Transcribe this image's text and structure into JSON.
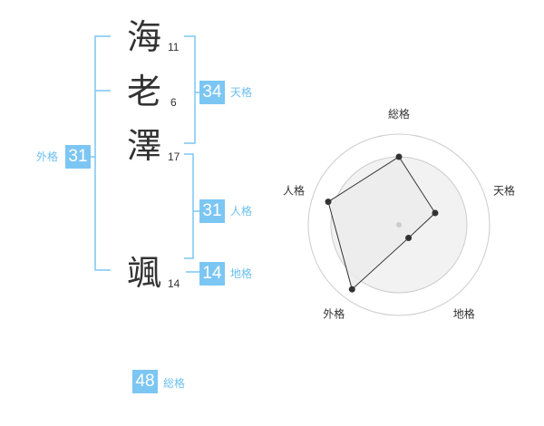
{
  "name": {
    "characters": [
      {
        "char": "海",
        "strokes": "11"
      },
      {
        "char": "老",
        "strokes": "6"
      },
      {
        "char": "澤",
        "strokes": "17"
      },
      {
        "char": "颯",
        "strokes": "14"
      }
    ]
  },
  "scores": {
    "tenkaku": {
      "value": "34",
      "label": "天格"
    },
    "jinkaku": {
      "value": "31",
      "label": "人格"
    },
    "chikaku": {
      "value": "14",
      "label": "地格"
    },
    "gaikaku": {
      "value": "31",
      "label": "外格"
    },
    "soukaku": {
      "value": "48",
      "label": "総格"
    }
  },
  "colors": {
    "accent": "#7cc6f3",
    "text": "#333333",
    "grid": "#cccccc",
    "fill": "#f2f2f2"
  },
  "chart_data": {
    "type": "radar",
    "axes": [
      "総格",
      "天格",
      "地格",
      "外格",
      "人格"
    ],
    "values": [
      0.75,
      0.42,
      0.18,
      0.88,
      0.82
    ],
    "range": [
      0,
      1
    ],
    "rings": 4
  }
}
